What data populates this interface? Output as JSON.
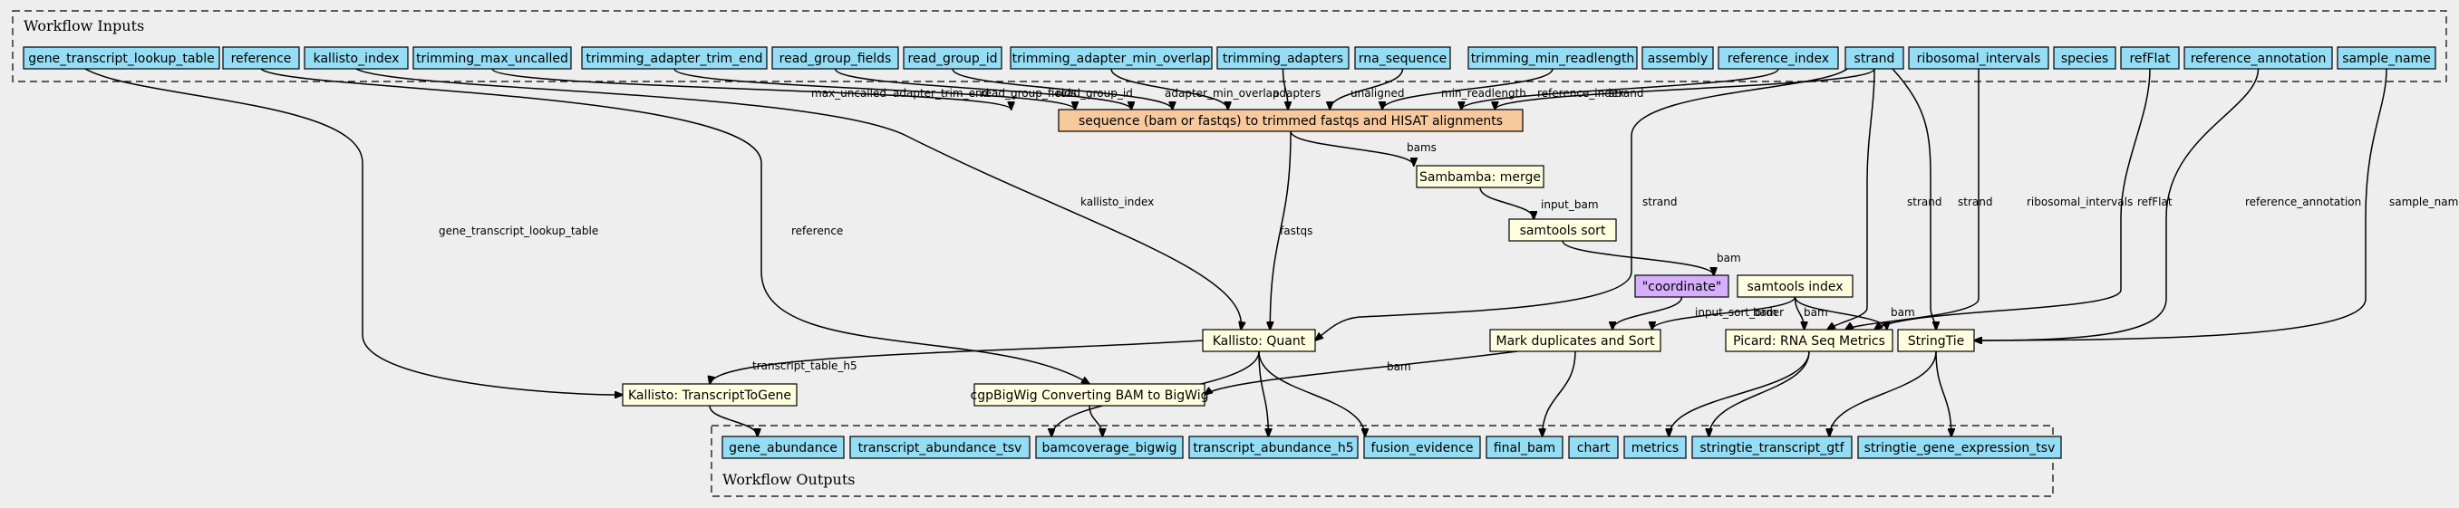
{
  "clusters": {
    "inputs_label": "Workflow Inputs",
    "outputs_label": "Workflow Outputs"
  },
  "inputs": [
    {
      "id": "gene_transcript_lookup_table",
      "label": "gene_transcript_lookup_table"
    },
    {
      "id": "reference",
      "label": "reference"
    },
    {
      "id": "kallisto_index",
      "label": "kallisto_index"
    },
    {
      "id": "trimming_max_uncalled",
      "label": "trimming_max_uncalled"
    },
    {
      "id": "trimming_adapter_trim_end",
      "label": "trimming_adapter_trim_end"
    },
    {
      "id": "read_group_fields",
      "label": "read_group_fields"
    },
    {
      "id": "read_group_id",
      "label": "read_group_id"
    },
    {
      "id": "trimming_adapter_min_overlap",
      "label": "trimming_adapter_min_overlap"
    },
    {
      "id": "trimming_adapters",
      "label": "trimming_adapters"
    },
    {
      "id": "rna_sequence",
      "label": "rna_sequence"
    },
    {
      "id": "trimming_min_readlength",
      "label": "trimming_min_readlength"
    },
    {
      "id": "assembly",
      "label": "assembly"
    },
    {
      "id": "reference_index",
      "label": "reference_index"
    },
    {
      "id": "strand",
      "label": "strand"
    },
    {
      "id": "ribosomal_intervals",
      "label": "ribosomal_intervals"
    },
    {
      "id": "species",
      "label": "species"
    },
    {
      "id": "refFlat",
      "label": "refFlat"
    },
    {
      "id": "reference_annotation",
      "label": "reference_annotation"
    },
    {
      "id": "sample_name",
      "label": "sample_name"
    }
  ],
  "steps": [
    {
      "id": "sequence",
      "label": "sequence (bam or fastqs) to trimmed fastqs and HISAT alignments",
      "kind": "main"
    },
    {
      "id": "sambamba",
      "label": "Sambamba: merge",
      "kind": "step"
    },
    {
      "id": "samtools_sort",
      "label": "samtools sort",
      "kind": "step"
    },
    {
      "id": "coordinate",
      "label": "\"coordinate\"",
      "kind": "const"
    },
    {
      "id": "samtools_index",
      "label": "samtools index",
      "kind": "step"
    },
    {
      "id": "kallisto_quant",
      "label": "Kallisto: Quant",
      "kind": "step"
    },
    {
      "id": "mark_dup",
      "label": "Mark duplicates and Sort",
      "kind": "step"
    },
    {
      "id": "picard",
      "label": "Picard: RNA Seq Metrics",
      "kind": "step"
    },
    {
      "id": "stringtie",
      "label": "StringTie",
      "kind": "step"
    },
    {
      "id": "kallisto_t2g",
      "label": "Kallisto: TranscriptToGene",
      "kind": "step"
    },
    {
      "id": "cgpbigwig",
      "label": "cgpBigWig Converting BAM to BigWig",
      "kind": "step"
    }
  ],
  "outputs": [
    {
      "id": "gene_abundance",
      "label": "gene_abundance"
    },
    {
      "id": "transcript_abundance_tsv",
      "label": "transcript_abundance_tsv"
    },
    {
      "id": "bamcoverage_bigwig",
      "label": "bamcoverage_bigwig"
    },
    {
      "id": "transcript_abundance_h5",
      "label": "transcript_abundance_h5"
    },
    {
      "id": "fusion_evidence",
      "label": "fusion_evidence"
    },
    {
      "id": "final_bam",
      "label": "final_bam"
    },
    {
      "id": "chart",
      "label": "chart"
    },
    {
      "id": "metrics",
      "label": "metrics"
    },
    {
      "id": "stringtie_transcript_gtf",
      "label": "stringtie_transcript_gtf"
    },
    {
      "id": "stringtie_gene_expression_tsv",
      "label": "stringtie_gene_expression_tsv"
    }
  ],
  "edges": [
    {
      "from": "trimming_max_uncalled",
      "to": "sequence",
      "label": "max_uncalled"
    },
    {
      "from": "trimming_adapter_trim_end",
      "to": "sequence",
      "label": "adapter_trim_end"
    },
    {
      "from": "read_group_fields",
      "to": "sequence",
      "label": "read_group_fields"
    },
    {
      "from": "read_group_id",
      "to": "sequence",
      "label": "read_group_id"
    },
    {
      "from": "trimming_adapter_min_overlap",
      "to": "sequence",
      "label": "adapter_min_overlap"
    },
    {
      "from": "trimming_adapters",
      "to": "sequence",
      "label": "adapters"
    },
    {
      "from": "rna_sequence",
      "to": "sequence",
      "label": "unaligned"
    },
    {
      "from": "trimming_min_readlength",
      "to": "sequence",
      "label": "min_readlength"
    },
    {
      "from": "reference_index",
      "to": "sequence",
      "label": "reference_index"
    },
    {
      "from": "strand",
      "to": "sequence",
      "label": "strand"
    },
    {
      "from": "sequence",
      "to": "sambamba",
      "label": "bams"
    },
    {
      "from": "sambamba",
      "to": "samtools_sort",
      "label": "input_bam"
    },
    {
      "from": "samtools_sort",
      "to": "samtools_index",
      "label": "bam"
    },
    {
      "from": "sequence",
      "to": "kallisto_quant",
      "label": "fastqs"
    },
    {
      "from": "kallisto_index",
      "to": "kallisto_quant",
      "label": "kallisto_index"
    },
    {
      "from": "strand",
      "to": "kallisto_quant",
      "label": "strand"
    },
    {
      "from": "gene_transcript_lookup_table",
      "to": "kallisto_t2g",
      "label": "gene_transcript_lookup_table"
    },
    {
      "from": "reference",
      "to": "cgpbigwig",
      "label": "reference"
    },
    {
      "from": "coordinate",
      "to": "mark_dup",
      "label": "input_sort_order"
    },
    {
      "from": "samtools_index",
      "to": "mark_dup",
      "label": "bam"
    },
    {
      "from": "samtools_index",
      "to": "picard",
      "label": "bam"
    },
    {
      "from": "samtools_index",
      "to": "stringtie",
      "label": "bam"
    },
    {
      "from": "strand",
      "to": "picard",
      "label": "strand"
    },
    {
      "from": "ribosomal_intervals",
      "to": "picard",
      "label": "ribosomal_intervals"
    },
    {
      "from": "refFlat",
      "to": "picard",
      "label": "refFlat"
    },
    {
      "from": "strand",
      "to": "stringtie",
      "label": "strand"
    },
    {
      "from": "reference_annotation",
      "to": "stringtie",
      "label": "reference_annotation"
    },
    {
      "from": "sample_name",
      "to": "stringtie",
      "label": "sample_name"
    },
    {
      "from": "kallisto_quant",
      "to": "kallisto_t2g",
      "label": "transcript_table_h5"
    },
    {
      "from": "mark_dup",
      "to": "cgpbigwig",
      "label": "bam"
    },
    {
      "from": "kallisto_t2g",
      "to": "gene_abundance",
      "label": ""
    },
    {
      "from": "kallisto_quant",
      "to": "transcript_abundance_tsv",
      "label": ""
    },
    {
      "from": "cgpbigwig",
      "to": "bamcoverage_bigwig",
      "label": ""
    },
    {
      "from": "kallisto_quant",
      "to": "transcript_abundance_h5",
      "label": ""
    },
    {
      "from": "kallisto_quant",
      "to": "fusion_evidence",
      "label": ""
    },
    {
      "from": "mark_dup",
      "to": "final_bam",
      "label": ""
    },
    {
      "from": "picard",
      "to": "chart",
      "label": ""
    },
    {
      "from": "picard",
      "to": "metrics",
      "label": ""
    },
    {
      "from": "stringtie",
      "to": "stringtie_transcript_gtf",
      "label": ""
    },
    {
      "from": "stringtie",
      "to": "stringtie_gene_expression_tsv",
      "label": ""
    }
  ],
  "colors": {
    "io_fill": "#94ddf4",
    "step_fill": "#ffffe0",
    "main_fill": "#f7c99c",
    "const_fill": "#d5aefc",
    "background": "#eeeeee"
  }
}
